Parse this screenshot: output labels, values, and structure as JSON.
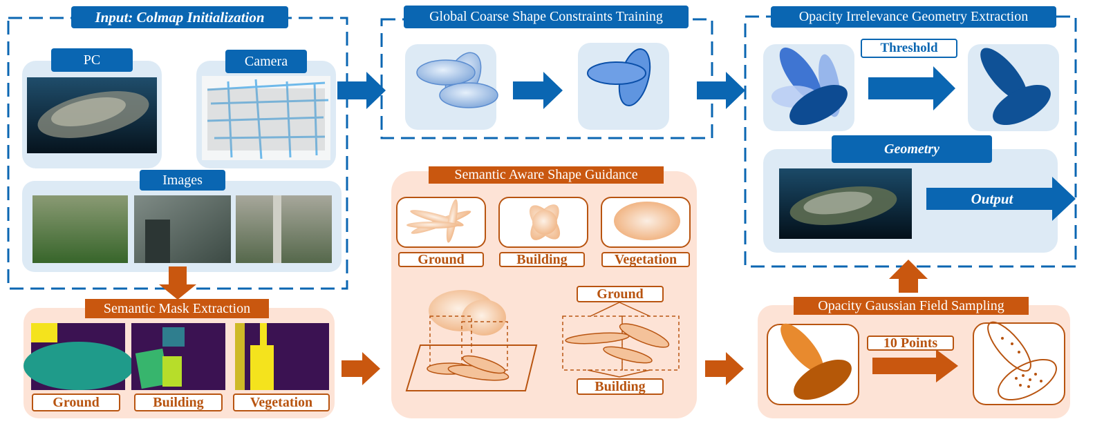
{
  "input_panel": {
    "title": "Input: Colmap Initialization",
    "pc_label": "PC",
    "camera_label": "Camera",
    "images_label": "Images"
  },
  "coarse_panel": {
    "title": "Global Coarse Shape Constraints Training"
  },
  "extraction_panel": {
    "title": "Opacity Irrelevance Geometry Extraction",
    "threshold_label": "Threshold",
    "geometry_label": "Geometry",
    "output_label": "Output"
  },
  "semantic_mask_panel": {
    "title": "Semantic Mask Extraction",
    "labels": [
      "Ground",
      "Building",
      "Vegetation"
    ]
  },
  "shape_guidance_panel": {
    "title": "Semantic Aware Shape Guidance",
    "labels": [
      "Ground",
      "Building",
      "Vegetation"
    ],
    "inset_top_label": "Ground",
    "inset_bottom_label": "Building"
  },
  "sampling_panel": {
    "title": "Opacity Gaussian Field Sampling",
    "points_label": "10 Points"
  },
  "colors": {
    "blue": "#0a66b2",
    "light_blue": "#ddeaf5",
    "orange": "#c9570f",
    "light_orange": "#fde3d6"
  }
}
